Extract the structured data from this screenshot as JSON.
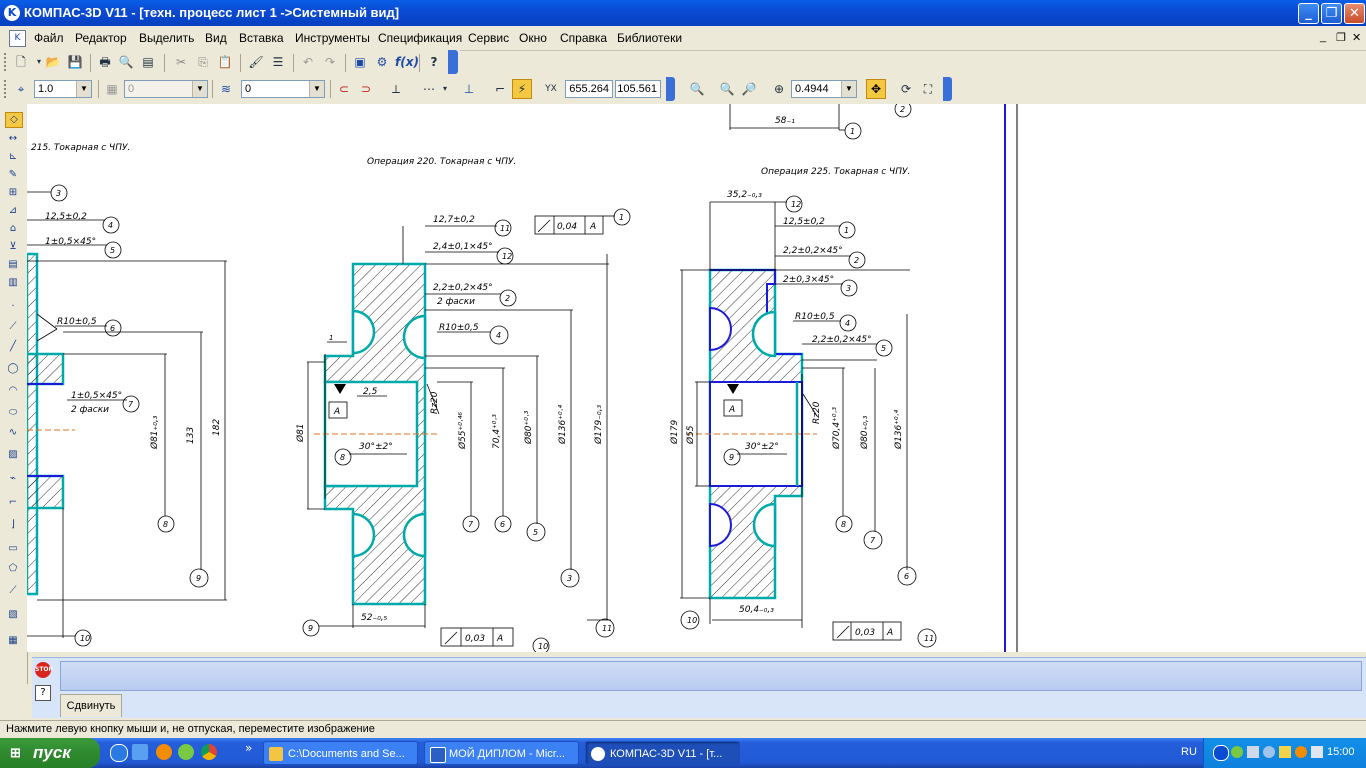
{
  "window": {
    "title": "КОМПАС-3D V11 - [техн. процесс лист 1 ->Системный вид]",
    "app_icon": "kompas-icon",
    "buttons": [
      "minimize-icon",
      "restore-icon",
      "close-icon"
    ]
  },
  "menu": {
    "items": [
      "Файл",
      "Редактор",
      "Выделить",
      "Вид",
      "Вставка",
      "Инструменты",
      "Спецификация",
      "Сервис",
      "Окно",
      "Справка",
      "Библиотеки"
    ]
  },
  "toolbar2": {
    "line_scale": "1.0",
    "layer": "0",
    "state": "0",
    "coord_x": "655.264",
    "coord_y": "105.561",
    "zoom": "0.4944"
  },
  "drawing": {
    "op215_title": "215. Токарная с ЧПУ.",
    "op220_title": "Операция 220. Токарная с ЧПУ.",
    "op225_title": "Операция 225. Токарная с ЧПУ.",
    "top_dim": "58₋₁",
    "left": {
      "d1": "12,5±0,2",
      "d2": "1±0,5×45°",
      "r": "R10±0,5",
      "ch": "1±0,5×45°",
      "ch2": "2 фаски",
      "d81": "Ø81₊₀,₃",
      "d133": "133",
      "d182": "182"
    },
    "mid": {
      "d1": "12,7±0,2",
      "d2": "2,4±0,1×45°",
      "d3": "2,2±0,2×45°",
      "d3b": "2 фаски",
      "r": "R10±0,5",
      "tol_value": "0,04",
      "tol_base": "А",
      "base": "А",
      "d25": "2,5",
      "rz": "Rz20",
      "ang": "30°±2°",
      "d81": "Ø81",
      "d55": "Ø55⁺⁰·⁴⁶",
      "d704": "70,4⁺⁰·³",
      "d80": "Ø80⁺⁰·³",
      "d136": "Ø136⁺⁰·⁴",
      "d179": "Ø179₋₀,₃",
      "d52": "52₋₀,₅",
      "tol2_value": "0,03",
      "tol2_base": "А"
    },
    "right": {
      "d352": "35,2₋₀,₃",
      "d1": "12,5±0,2",
      "d2": "2,2±0,2×45°",
      "d3": "2±0,3×45°",
      "r": "R10±0,5",
      "d4": "2,2±0,2×45°",
      "base": "А",
      "rz": "Rz20",
      "ang": "30°±2°",
      "d179": "Ø179",
      "d55": "Ø55",
      "d704": "Ø70,4⁺⁰·³",
      "d80": "Ø80₊₀,₃",
      "d136": "Ø136⁺⁰·⁴",
      "d504": "50,4₋₀,₃",
      "tol_value": "0,03",
      "tol_base": "А"
    },
    "balloons": [
      "1",
      "2",
      "3",
      "4",
      "5",
      "6",
      "7",
      "8",
      "9",
      "10",
      "11",
      "12"
    ]
  },
  "panel": {
    "tab_label": "Сдвинуть",
    "stop_icon": "stop-icon",
    "stop_text": "STOP",
    "help_text": "?"
  },
  "status": {
    "hint": "Нажмите левую кнопку мыши и, не отпуская, переместите изображение"
  },
  "taskbar": {
    "start_label": "пуск",
    "quick_launch": [
      "ie-icon",
      "explorer-icon",
      "avast-icon",
      "flower-icon",
      "chrome-icon"
    ],
    "overflow": "»",
    "tasks": [
      "C:\\Documents and Se...",
      "МОЙ ДИПЛОМ - Micr...",
      "КОМПАС-3D V11 - [т..."
    ],
    "lang": "RU",
    "clock": "15:00"
  }
}
